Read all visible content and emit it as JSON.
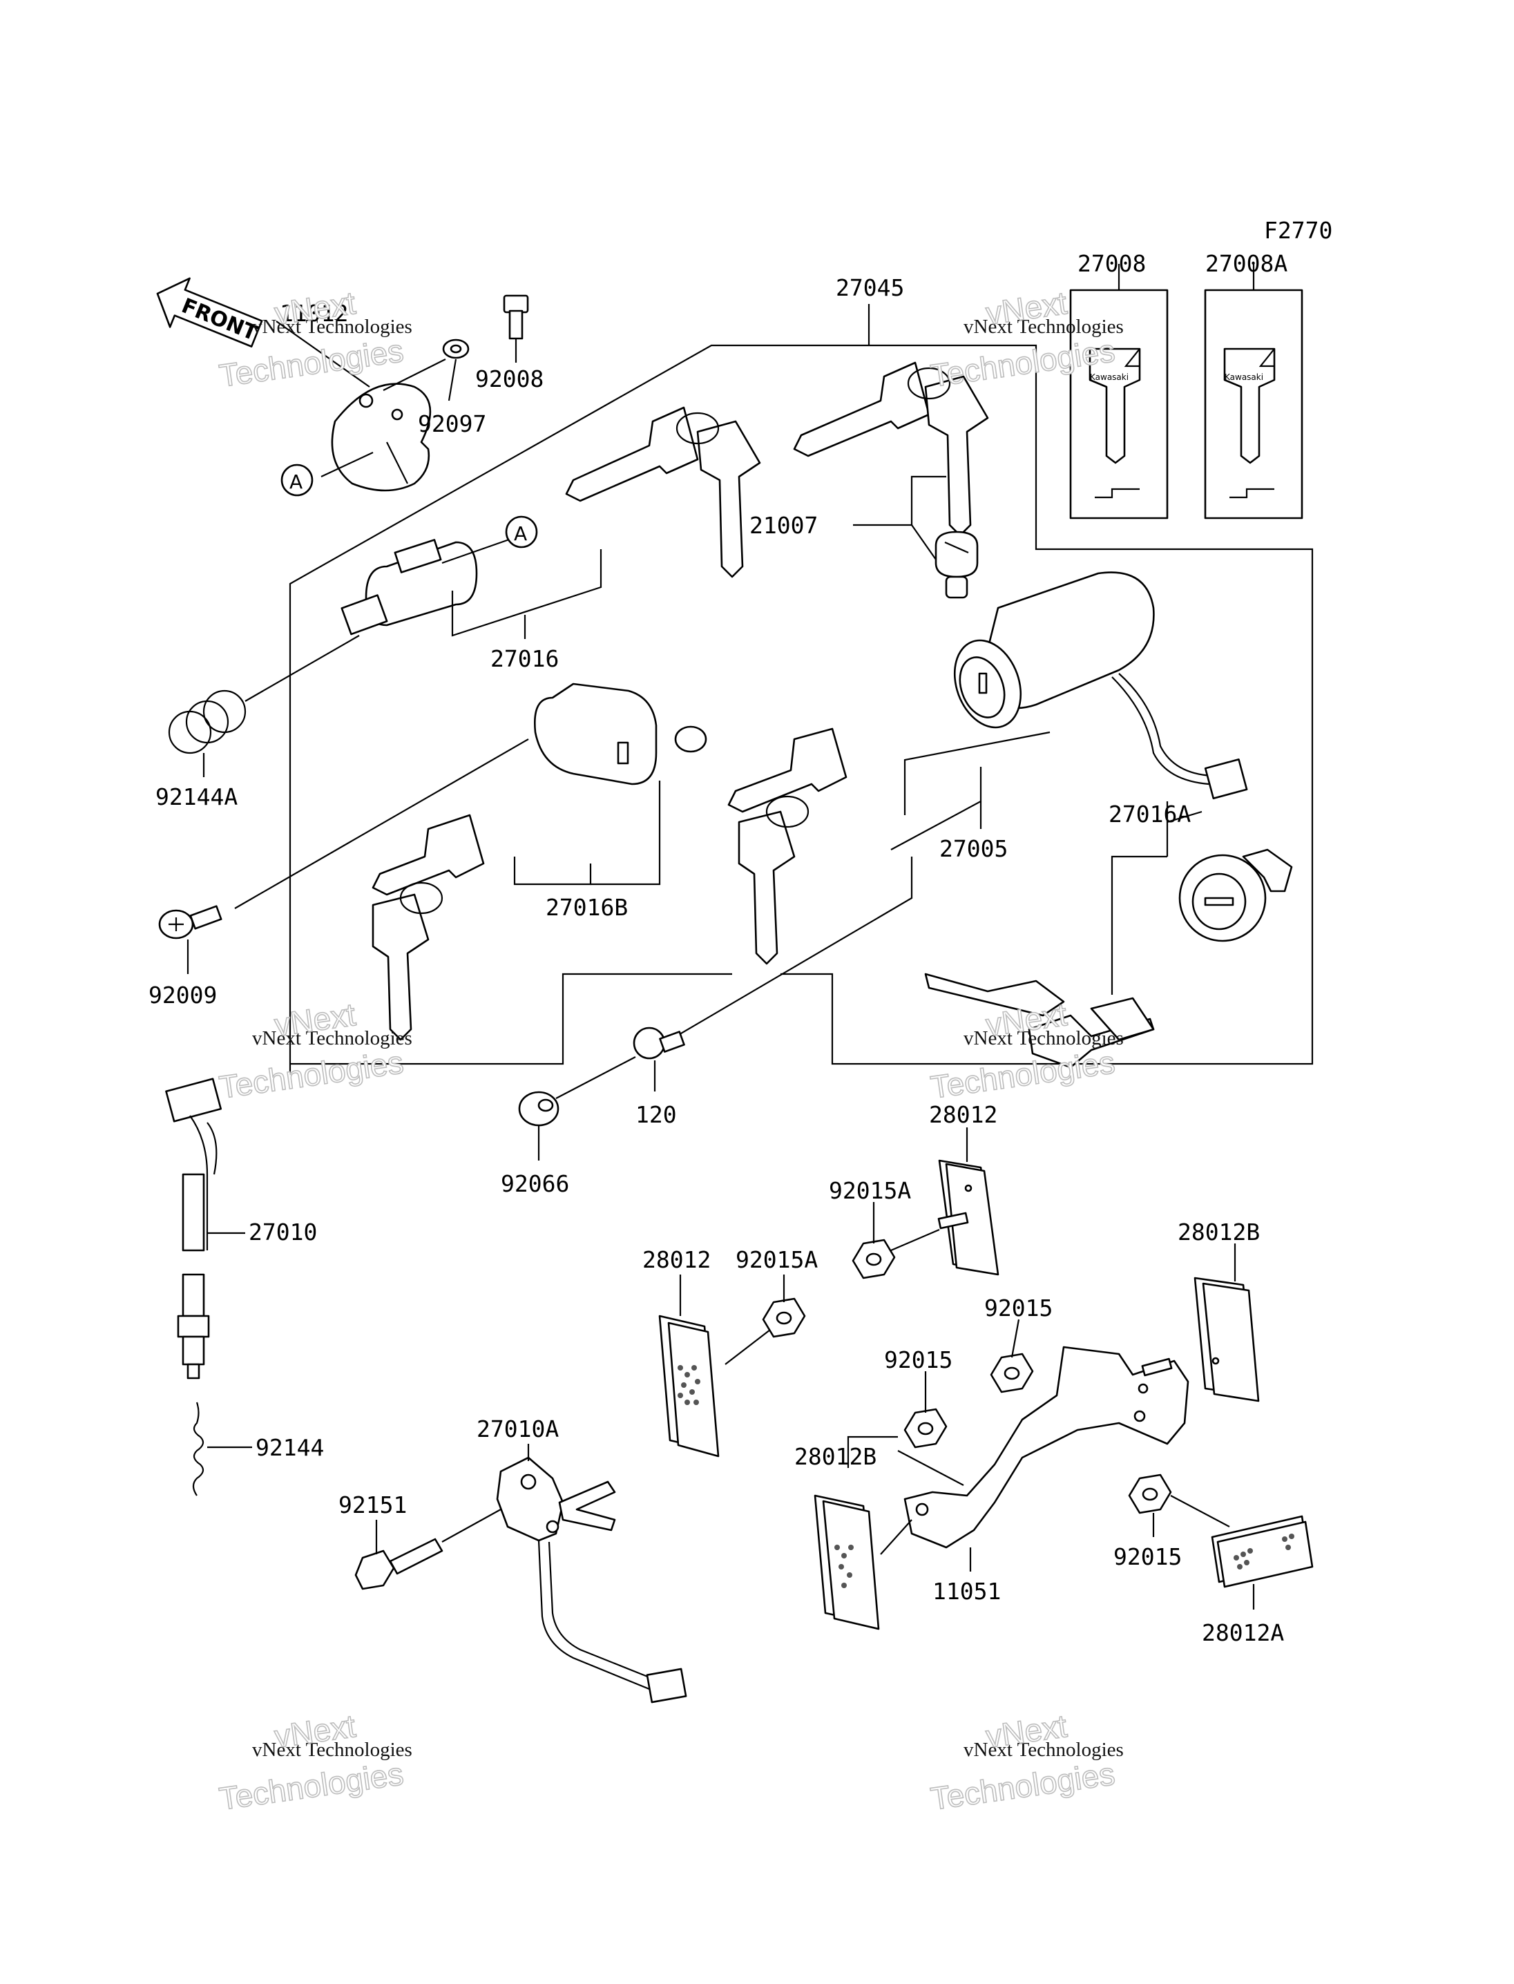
{
  "figure_code": "F2770",
  "front_label": "FRONT",
  "ref_marker": "A",
  "watermark": {
    "line1": "vNext Technologies",
    "line2": "vNext\nTechnologies"
  },
  "key_brand": "Kawasaki",
  "parts": [
    {
      "id": "11012"
    },
    {
      "id": "92008"
    },
    {
      "id": "92097"
    },
    {
      "id": "27045"
    },
    {
      "id": "27008"
    },
    {
      "id": "27008A"
    },
    {
      "id": "21007"
    },
    {
      "id": "27016"
    },
    {
      "id": "92144A"
    },
    {
      "id": "27016B"
    },
    {
      "id": "27005"
    },
    {
      "id": "27016A"
    },
    {
      "id": "92009"
    },
    {
      "id": "120"
    },
    {
      "id": "92066"
    },
    {
      "id": "28012"
    },
    {
      "id": "92015A"
    },
    {
      "id": "27010"
    },
    {
      "id": "28012B"
    },
    {
      "id": "92015"
    },
    {
      "id": "92144"
    },
    {
      "id": "27010A"
    },
    {
      "id": "92151"
    },
    {
      "id": "11051"
    },
    {
      "id": "28012A"
    }
  ],
  "colors": {
    "line": "#000000",
    "background": "#ffffff",
    "watermark_outline": "#bdbdbd"
  }
}
